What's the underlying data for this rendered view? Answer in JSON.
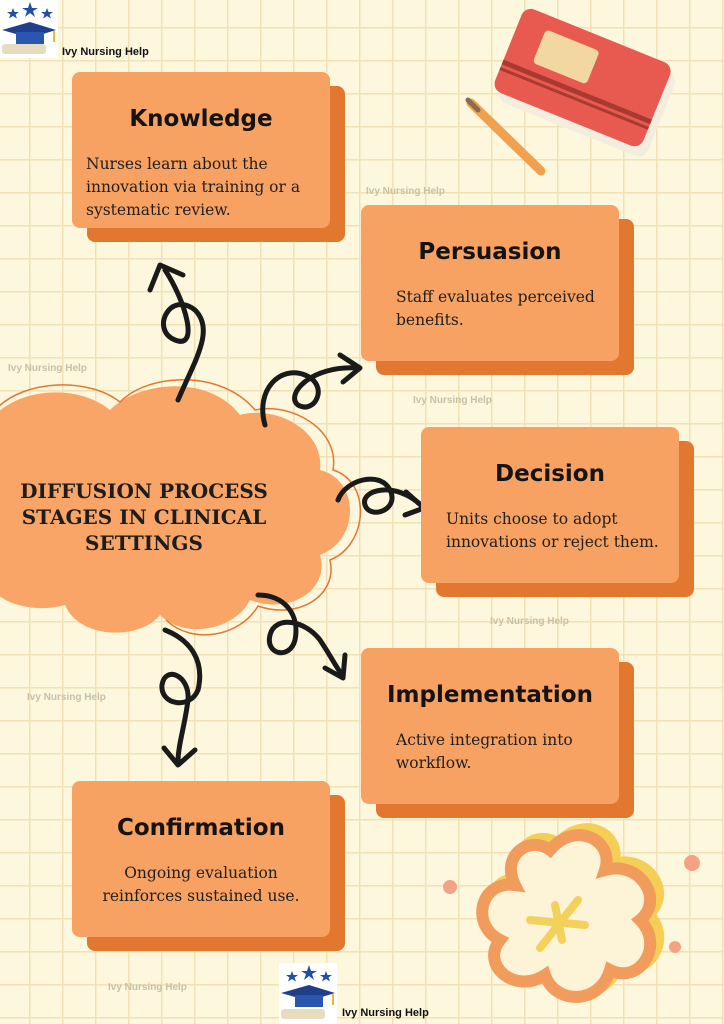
{
  "brand": {
    "name_top": "Ivy Nursing Help",
    "name_bottom": "Ivy Nursing Help"
  },
  "watermarks": [
    "Ivy Nursing Help",
    "Ivy Nursing Help",
    "Ivy Nursing Help",
    "Ivy Nursing Help",
    "Ivy Nursing Help",
    "Ivy Nursing Help"
  ],
  "center": {
    "line1": "DIFFUSION PROCESS",
    "line2": "STAGES IN CLINICAL",
    "line3": "SETTINGS"
  },
  "stages": [
    {
      "title": "Knowledge",
      "line1": "Nurses learn about the",
      "line2": "innovation via training or a",
      "line3": "systematic review."
    },
    {
      "title": "Persuasion",
      "line1": "Staff evaluates perceived",
      "line2": "benefits."
    },
    {
      "title": "Decision",
      "line1": "Units choose to adopt",
      "line2": "innovations or reject them."
    },
    {
      "title": "Implementation",
      "line1": "Active integration into",
      "line2": "workflow."
    },
    {
      "title": "Confirmation",
      "line1": "Ongoing evaluation",
      "line2": "reinforces sustained use."
    }
  ],
  "colors": {
    "background": "#fdf7dd",
    "grid": "#f0e2b6",
    "card": "#f7a162",
    "card_shadow": "#e2782f",
    "cloud": "#f9a567",
    "arrow": "#1a1a1a",
    "notebook": "#e85a4f",
    "flower_outline": "#f19b5c",
    "flower_fill": "#f4d15a"
  }
}
